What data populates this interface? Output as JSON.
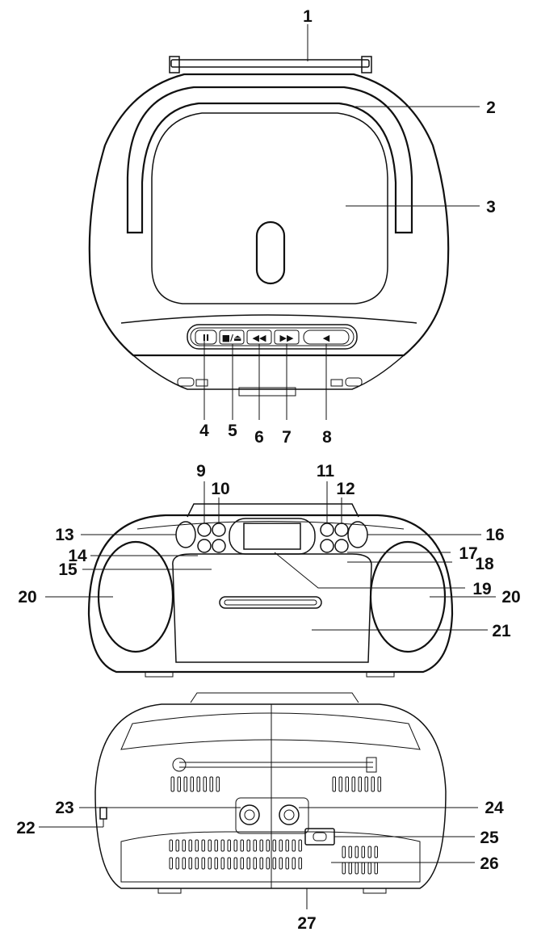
{
  "diagram": {
    "views": [
      "top-view",
      "front-view",
      "rear-view"
    ],
    "callouts": [
      "1",
      "2",
      "3",
      "4",
      "5",
      "6",
      "7",
      "8",
      "9",
      "10",
      "11",
      "12",
      "13",
      "14",
      "15",
      "16",
      "17",
      "18",
      "19",
      "20",
      "20",
      "21",
      "22",
      "23",
      "24",
      "25",
      "26",
      "27"
    ],
    "button_symbols": {
      "play_pause": "II",
      "stop_eject": "■/⏏",
      "skip_back": "◀◀",
      "skip_forward": "▶▶",
      "mode": "◀"
    },
    "colors": {
      "line": "#111111",
      "background": "#ffffff",
      "speaker_fill": "#bdbdbd"
    }
  }
}
